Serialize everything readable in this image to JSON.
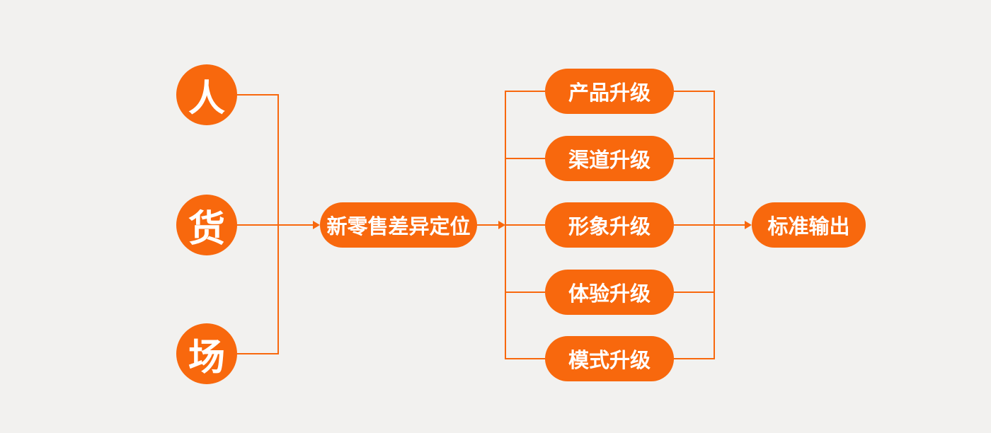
{
  "diagram": {
    "colors": {
      "accent": "#F8680D",
      "background": "#F2F1EF",
      "node_text": "#FFFFFF"
    },
    "inputs": [
      {
        "label": "人"
      },
      {
        "label": "货"
      },
      {
        "label": "场"
      }
    ],
    "positioning": {
      "label": "新零售差异定位"
    },
    "upgrades": [
      {
        "label": "产品升级"
      },
      {
        "label": "渠道升级"
      },
      {
        "label": "形象升级"
      },
      {
        "label": "体验升级"
      },
      {
        "label": "模式升级"
      }
    ],
    "output": {
      "label": "标准输出"
    }
  }
}
